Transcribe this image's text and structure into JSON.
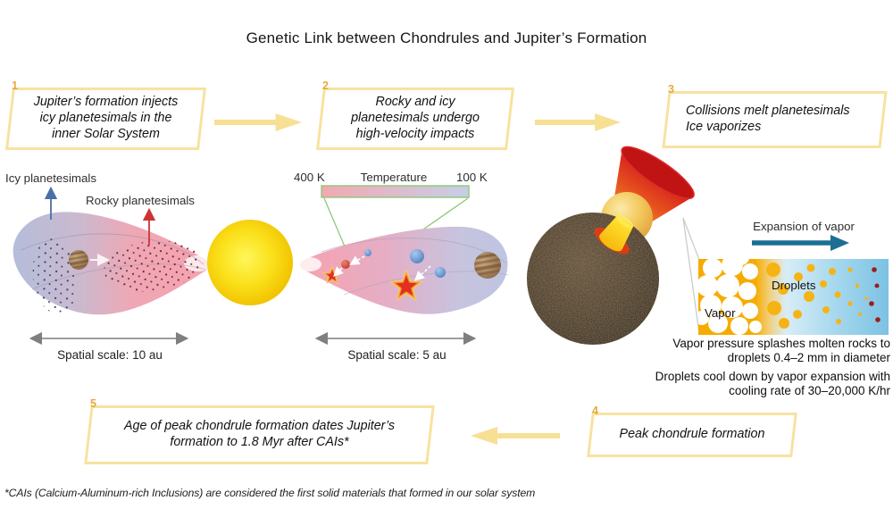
{
  "title": "Genetic Link between Chondrules and Jupiter’s Formation",
  "steps": [
    {
      "num": "1",
      "lines": [
        "Jupiter’s formation injects",
        "icy planetesimals in the",
        "inner Solar System"
      ]
    },
    {
      "num": "2",
      "lines": [
        "Rocky and icy",
        "planetesimals undergo",
        "high-velocity impacts"
      ]
    },
    {
      "num": "3",
      "lines": [
        "Collisions melt planetesimals",
        "Ice vaporizes"
      ]
    },
    {
      "num": "4",
      "lines": [
        "Peak chondrule formation"
      ]
    },
    {
      "num": "5",
      "lines": [
        "Age of peak chondrule formation dates Jupiter’s",
        "formation to 1.8 Myr after CAIs*"
      ]
    }
  ],
  "disk_outer": {
    "icy_label": "Icy planetesimals",
    "rocky_label": "Rocky planetesimals",
    "scale_label": "Spatial scale: 10 au"
  },
  "disk_inner": {
    "temp_left": "400 K",
    "temp_title": "Temperature",
    "temp_right": "100 K",
    "scale_label": "Spatial scale: 5 au"
  },
  "vapor_panel": {
    "expansion_label": "Expansion of vapor",
    "vapor_label": "Vapor",
    "droplets_label": "Droplets",
    "caption1_lines": [
      "Vapor pressure splashes molten rocks to",
      "droplets 0.4–2 mm in diameter"
    ],
    "caption2_lines": [
      "Droplets cool down by vapor expansion with",
      "cooling rate of 30–20,000 K/hr"
    ]
  },
  "footnote": "*CAIs (Calcium-Aluminum-rich Inclusions) are considered the first solid materials that formed in our solar system",
  "colors": {
    "accent_yellow": "#F7E2A0",
    "arrow_yellow": "#F7DF94",
    "number_gold": "#E5A938",
    "teal_arrow": "#1C6E93",
    "green_border": "#8FC878",
    "blue_arrow": "#4A6FA8",
    "red_arrow": "#CC3434",
    "gray_arrow": "#7F7F7F",
    "sun_yellow": "#F5C800",
    "vapor_orange": "#F6AB00",
    "droplet_yellow": "#F5B414"
  }
}
